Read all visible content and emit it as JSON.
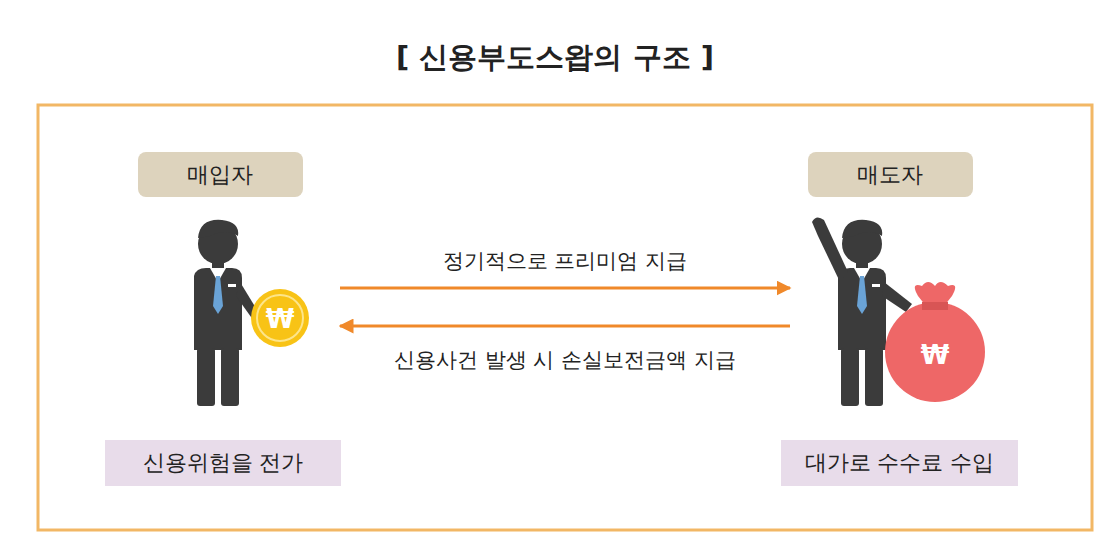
{
  "diagram": {
    "title": "[ 신용부도스왑의 구조 ]",
    "nodes": [
      {
        "text": [
          "매입자"
        ]
      },
      {
        "text": [
          "신용위험을 전가"
        ]
      },
      {
        "text": [
          "매도자"
        ]
      },
      {
        "text": [
          "대가로 수수료 수입"
        ]
      }
    ],
    "edges": [
      {
        "from": 0,
        "to": 2,
        "arrow": "to",
        "label": "정기적으로 프리미엄 지급"
      },
      {
        "from": 2,
        "to": 0,
        "arrow": "to",
        "label": "신용사건 발생 시 손실보전금액 지급"
      }
    ],
    "labels": [
      "₩",
      "₩"
    ]
  }
}
